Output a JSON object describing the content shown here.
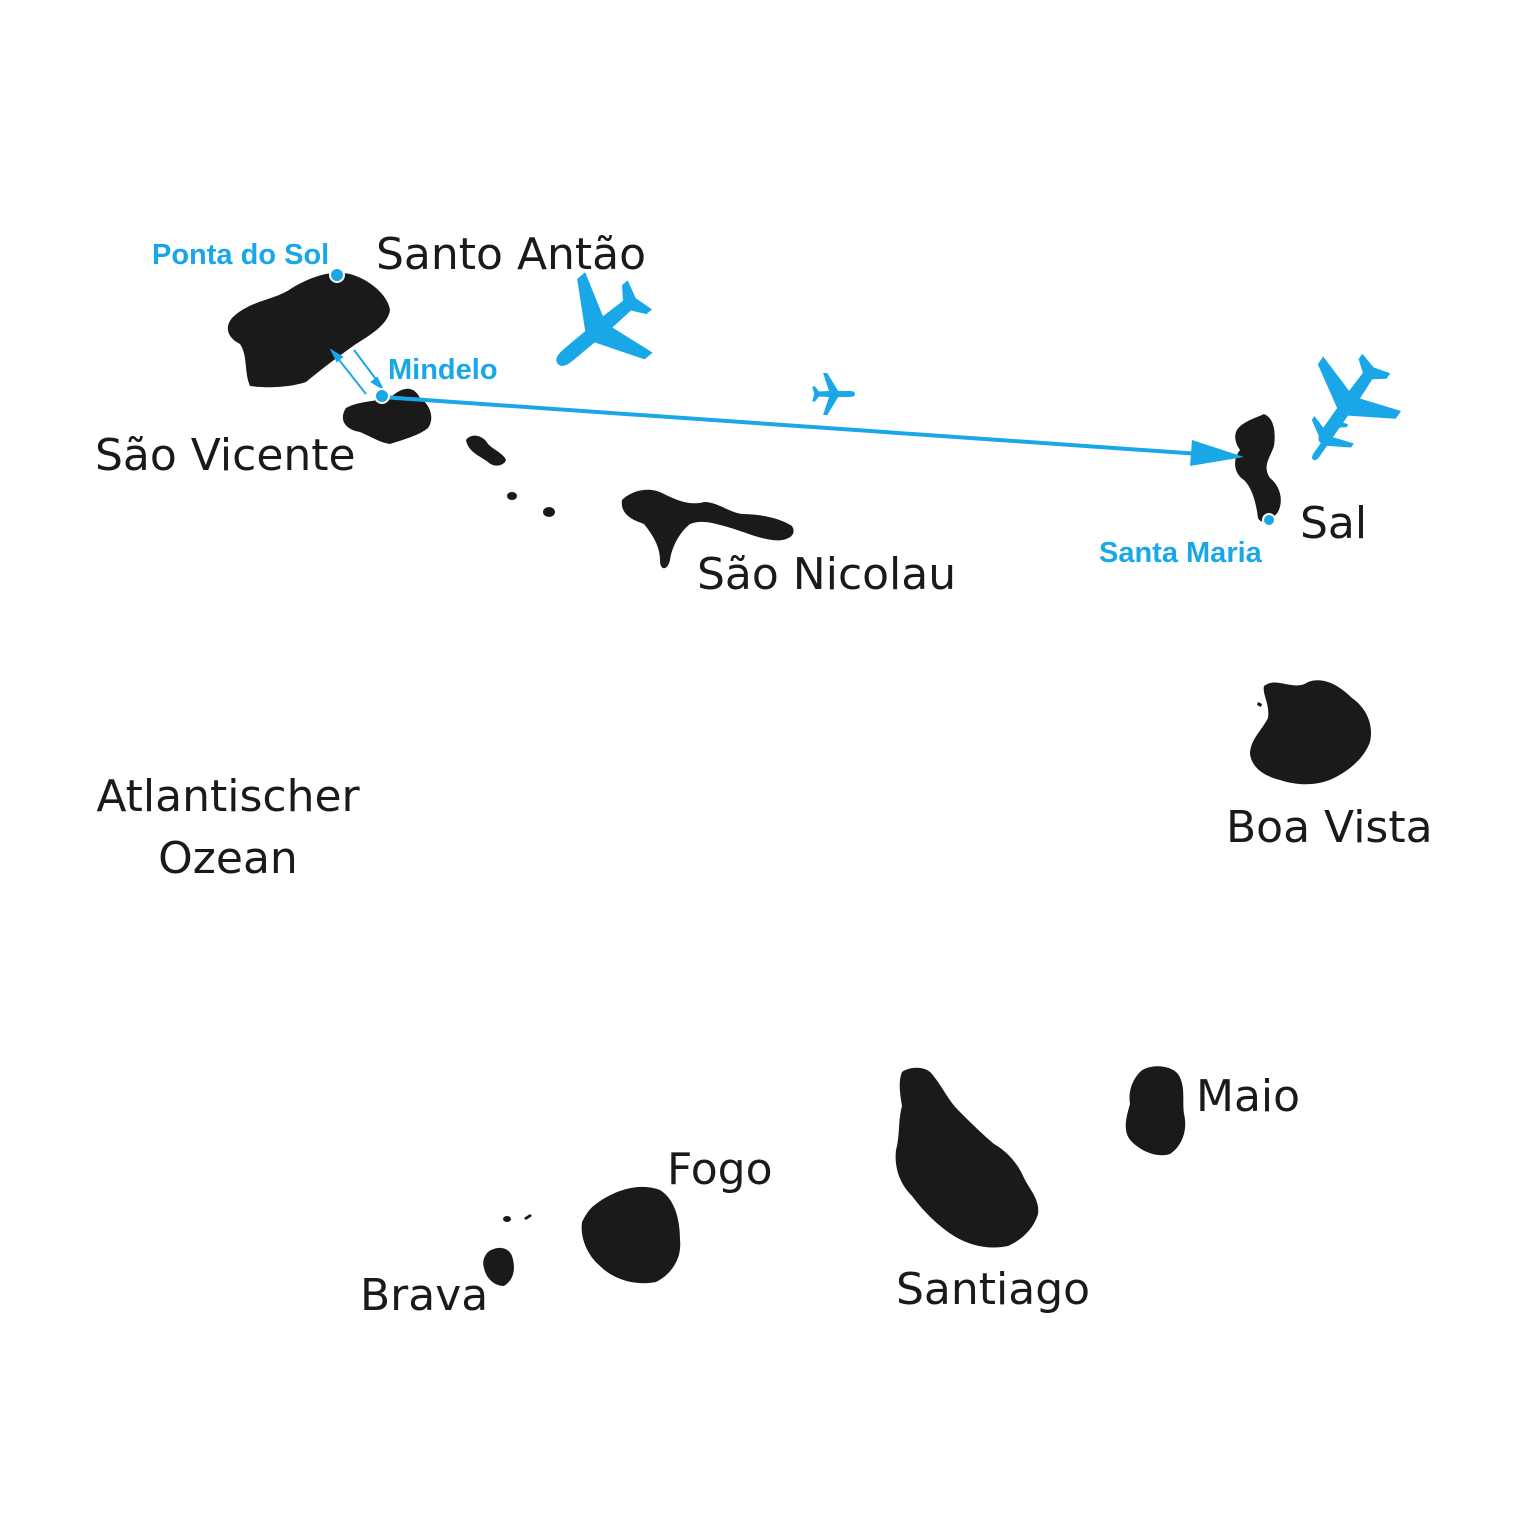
{
  "colors": {
    "land": "#1a1a1a",
    "route": "#1aa7e8",
    "text": "#1a1a1a",
    "background": "#ffffff"
  },
  "islands": {
    "santo_antao": "Santo Antão",
    "sao_vicente": "São Vicente",
    "sao_nicolau": "São Nicolau",
    "sal": "Sal",
    "boa_vista": "Boa Vista",
    "maio": "Maio",
    "santiago": "Santiago",
    "fogo": "Fogo",
    "brava": "Brava"
  },
  "towns": {
    "ponta_do_sol": "Ponta do Sol",
    "mindelo": "Mindelo",
    "santa_maria": "Santa Maria"
  },
  "ocean": {
    "line1": "Atlantischer",
    "line2": "Ozean"
  },
  "icons": [
    "airplane-icon",
    "ferry-route-arrows-icon",
    "flight-route-arrow-icon"
  ]
}
